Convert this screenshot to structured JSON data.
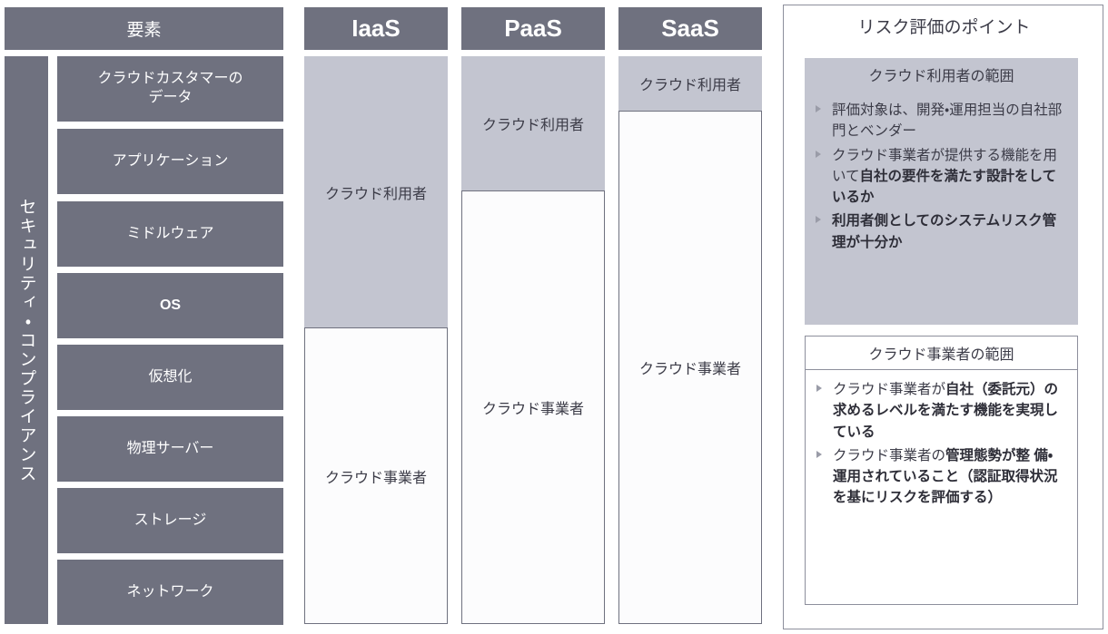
{
  "elements_column": {
    "header": "要素",
    "vertical_label": "セキュリティ・コンプライアンス",
    "rows": [
      "クラウドカスタマーの\nデータ",
      "アプリケーション",
      "ミドルウェア",
      "OS",
      "仮想化",
      "物理サーバー",
      "ストレージ",
      "ネットワーク"
    ]
  },
  "service_columns": [
    {
      "name": "IaaS",
      "customer_label": "クラウド利用者",
      "provider_label": "クラウド事業者",
      "customer_rows": 4,
      "provider_rows": 4
    },
    {
      "name": "PaaS",
      "customer_label": "クラウド利用者",
      "provider_label": "クラウド事業者",
      "customer_rows": 2,
      "provider_rows": 6
    },
    {
      "name": "SaaS",
      "customer_label": "クラウド利用者",
      "provider_label": "クラウド事業者",
      "customer_rows": 1,
      "provider_rows": 7
    }
  ],
  "risk_panel": {
    "title": "リスク評価のポイント",
    "sections": [
      {
        "heading": "クラウド利用者の範囲",
        "bullets": [
          [
            {
              "t": "評価対象は、開発・運用担当の自社部門とベンダー",
              "b": false
            }
          ],
          [
            {
              "t": "クラウド事業者が提供する機能を用いて",
              "b": false
            },
            {
              "t": "自社の要件を満たす設計をしているか",
              "b": true
            }
          ],
          [
            {
              "t": "利用者側としてのシステムリスク管理が十分か",
              "b": true
            }
          ]
        ]
      },
      {
        "heading": "クラウド事業者の範囲",
        "bullets": [
          [
            {
              "t": "クラウド事業者が",
              "b": false
            },
            {
              "t": "自社（委託元）の求めるレベルを満たす機能を実現している",
              "b": true
            }
          ],
          [
            {
              "t": "クラウド事業者の",
              "b": false
            },
            {
              "t": "管理態勢が整 備・運用されていること（認証取得状況を基にリスクを評価する）",
              "b": true
            }
          ]
        ]
      }
    ]
  },
  "colors": {
    "dark_gray": "#6F717F",
    "light_gray": "#C3C5D0",
    "border_gray": "#8D8F9C",
    "white": "#FFFFFF",
    "text_dark": "#3B3B47"
  }
}
